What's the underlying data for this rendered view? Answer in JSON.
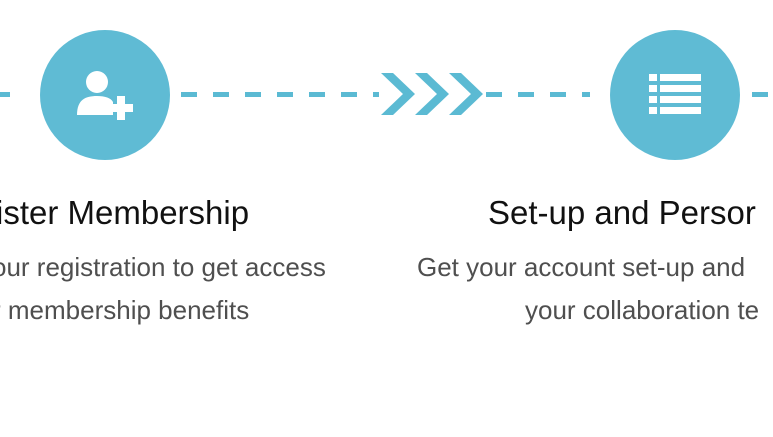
{
  "colors": {
    "accent": "#5fbbd4",
    "title_text": "#111111",
    "body_text": "#4f4f4f",
    "background": "#ffffff"
  },
  "steps": [
    {
      "icon": "add-user-icon",
      "title": "ister Membership",
      "desc_line1": "our registration to get access",
      "desc_line2": "r membership benefits"
    },
    {
      "icon": "list-icon",
      "title": "Set-up and Persor",
      "desc_line1": "Get your account set-up and",
      "desc_line2": "your collaboration te"
    }
  ],
  "connector": {
    "icon": "triple-chevron-right-icon"
  }
}
